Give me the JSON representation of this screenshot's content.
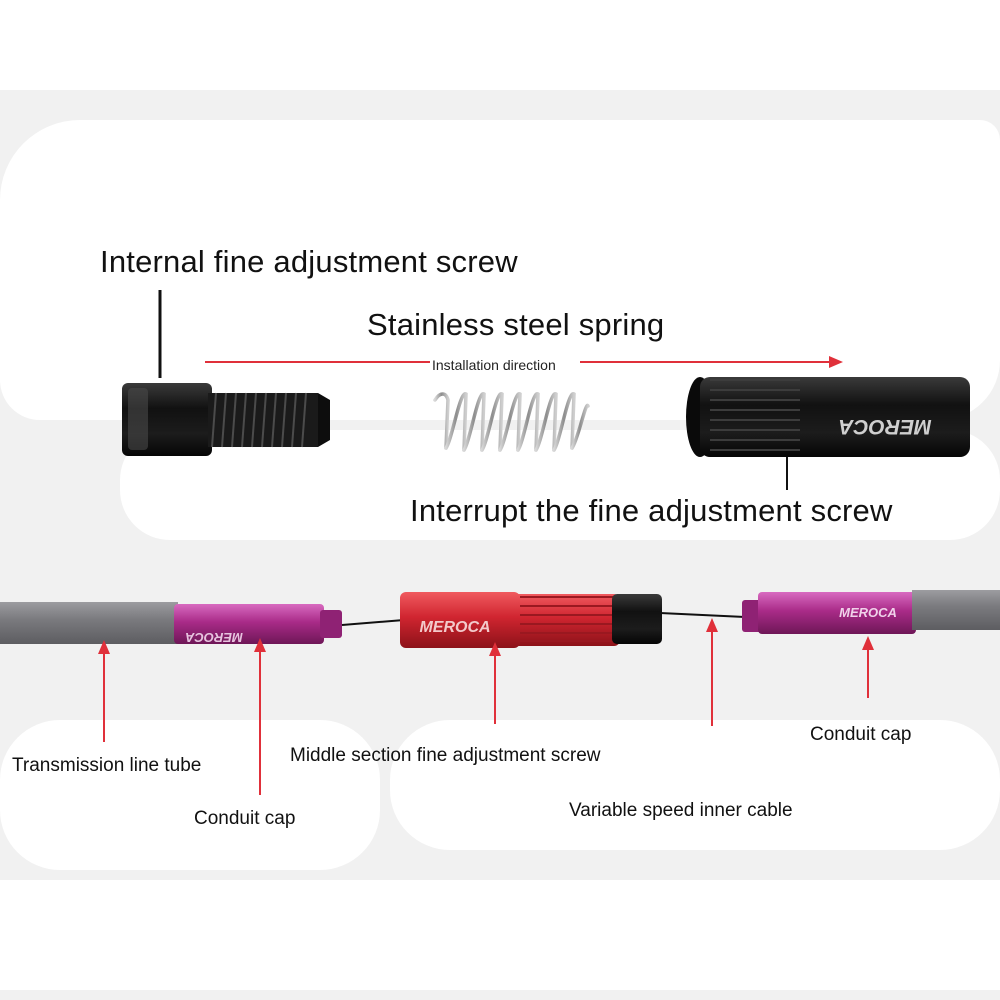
{
  "labels": {
    "internal_screw": "Internal fine adjustment screw",
    "spring": "Stainless steel spring",
    "installation_direction": "Installation direction",
    "interrupt_screw": "Interrupt the fine adjustment screw",
    "transmission_tube": "Transmission line tube",
    "conduit_cap_left": "Conduit cap",
    "middle_screw": "Middle section fine adjustment screw",
    "conduit_cap_right": "Conduit cap",
    "inner_cable": "Variable speed inner cable"
  },
  "branding": {
    "logo_text": "MEROCA"
  },
  "colors": {
    "arrow_red": "#e0303a",
    "cable_gray": "#8a8a8d",
    "cap_purple": "#b0328f",
    "adjuster_red": "#d42a32",
    "anodized_black": "#151515"
  }
}
